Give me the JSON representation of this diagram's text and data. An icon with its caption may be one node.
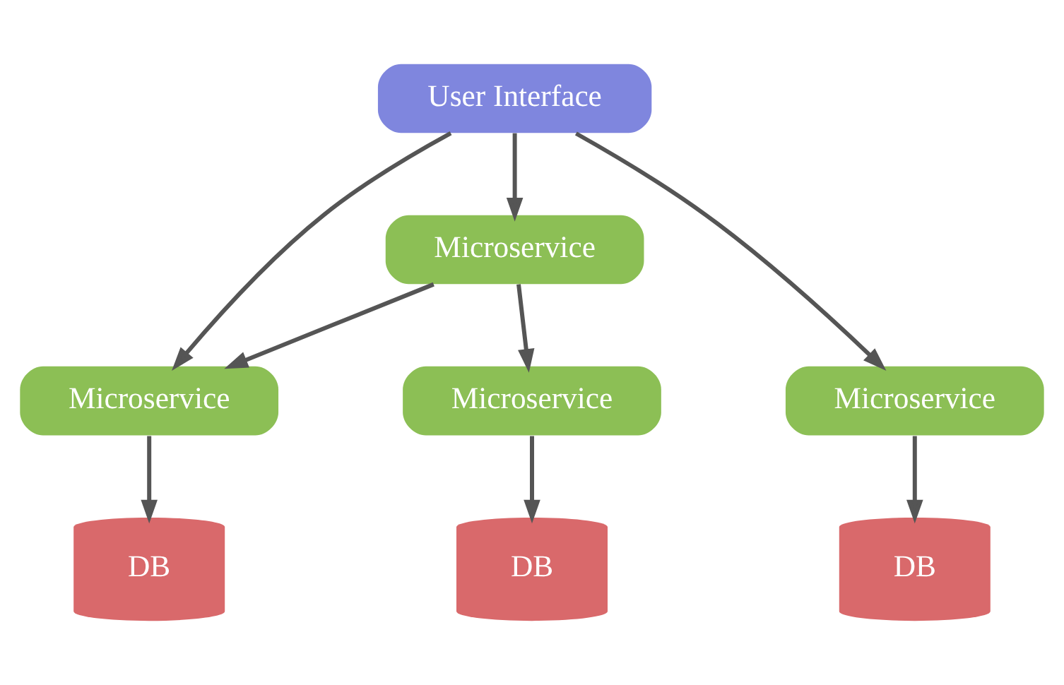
{
  "diagram": {
    "nodes": [
      {
        "text": [
          "User Interface"
        ]
      },
      {
        "text": [
          "Microservice"
        ]
      },
      {
        "text": [
          "Microservice"
        ]
      },
      {
        "text": [
          "Microservice"
        ]
      },
      {
        "text": [
          "Microservice"
        ]
      },
      {
        "text": [
          "DB"
        ]
      },
      {
        "text": [
          "DB"
        ]
      },
      {
        "text": [
          "DB"
        ]
      }
    ],
    "edges": [
      {
        "from": 0,
        "to": 2,
        "arrow": "to"
      },
      {
        "from": 0,
        "to": 3,
        "arrow": "to"
      },
      {
        "from": 0,
        "to": 1,
        "arrow": "to"
      },
      {
        "from": 1,
        "to": 3,
        "arrow": "to"
      },
      {
        "from": 1,
        "to": 4,
        "arrow": "to"
      },
      {
        "from": 2,
        "to": 5,
        "arrow": "to"
      },
      {
        "from": 3,
        "to": 6,
        "arrow": "to"
      },
      {
        "from": 4,
        "to": 7,
        "arrow": "to"
      }
    ]
  }
}
